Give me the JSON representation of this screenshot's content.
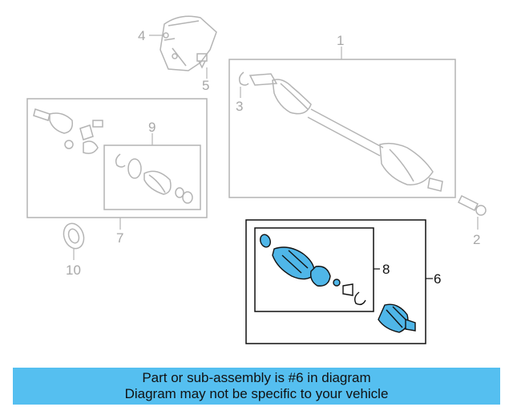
{
  "callouts": {
    "c1": "1",
    "c2": "2",
    "c3": "3",
    "c4": "4",
    "c5": "5",
    "c6": "6",
    "c7": "7",
    "c8": "8",
    "c9": "9",
    "c10": "10"
  },
  "banner": {
    "line1": "Part or sub-assembly is #6 in diagram",
    "line2": "Diagram may not be specific to your vehicle"
  },
  "colors": {
    "highlight_fill": "#4fb6e8",
    "banner_bg": "#55bff0",
    "dim_line": "#b4b4b4",
    "highlight_line": "#111111"
  }
}
